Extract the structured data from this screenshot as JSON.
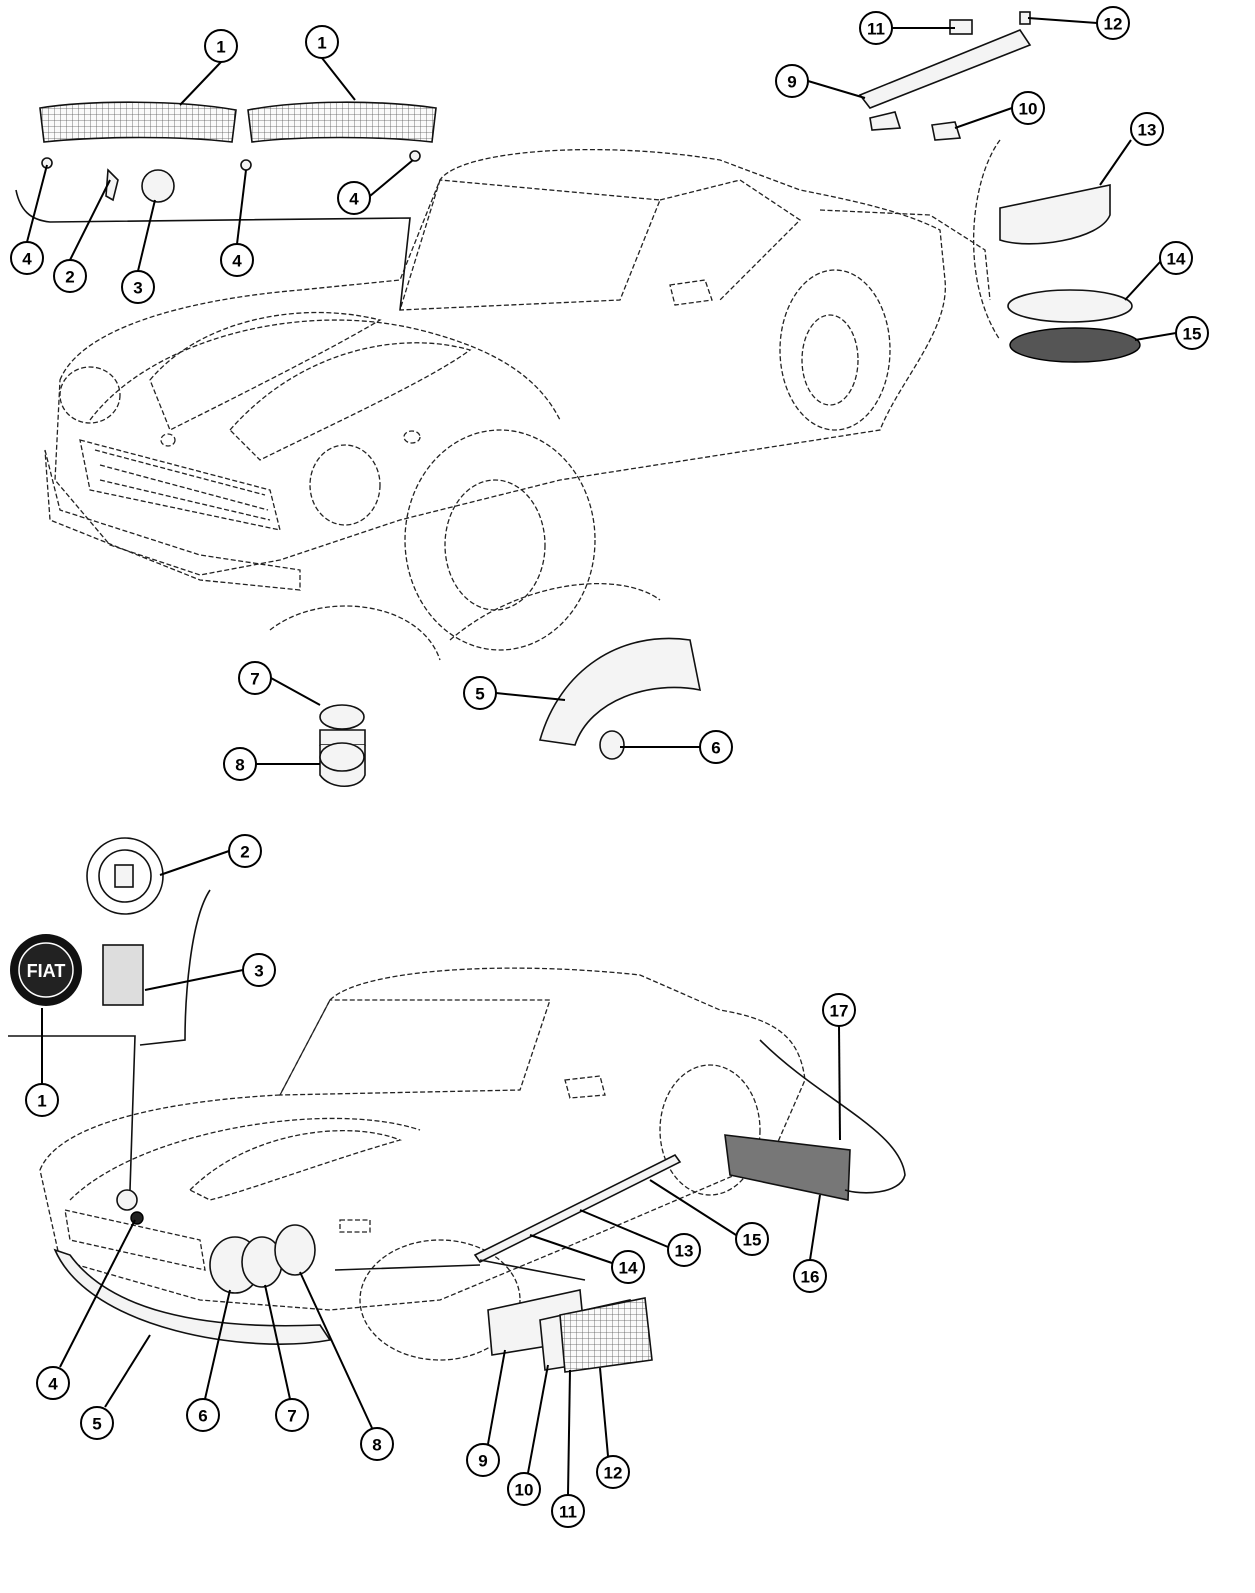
{
  "title": "Body trim and badges exploded diagram",
  "upper_diagram": {
    "callouts": [
      "1",
      "1",
      "4",
      "2",
      "3",
      "4",
      "4",
      "11",
      "12",
      "9",
      "10",
      "13",
      "14",
      "15",
      "7",
      "8",
      "5",
      "6"
    ]
  },
  "lower_diagram": {
    "badge_text": "FIAT",
    "callouts": [
      "2",
      "3",
      "1",
      "17",
      "15",
      "13",
      "14",
      "16",
      "4",
      "5",
      "6",
      "7",
      "8",
      "9",
      "12",
      "10",
      "11"
    ]
  }
}
